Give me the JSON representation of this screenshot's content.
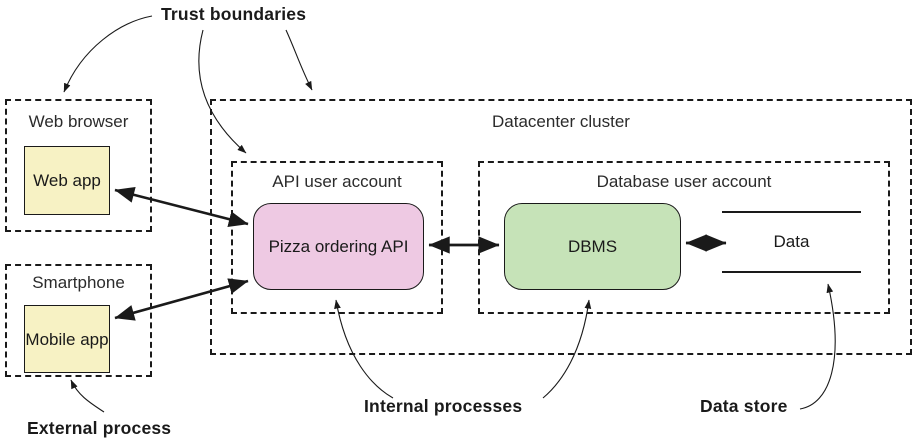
{
  "diagram": {
    "title_callouts": [
      {
        "id": "trust-boundaries",
        "label": "Trust boundaries"
      },
      {
        "id": "external-process",
        "label": "External process"
      },
      {
        "id": "internal-processes",
        "label": "Internal processes"
      },
      {
        "id": "data-store",
        "label": "Data store"
      }
    ],
    "boundaries": [
      {
        "id": "web-browser",
        "label": "Web browser"
      },
      {
        "id": "smartphone",
        "label": "Smartphone"
      },
      {
        "id": "datacenter-cluster",
        "label": "Datacenter cluster"
      },
      {
        "id": "api-user-account",
        "label": "API user account"
      },
      {
        "id": "database-user-account",
        "label": "Database user account"
      }
    ],
    "nodes": [
      {
        "id": "web-app",
        "label": "Web app",
        "kind": "external-process",
        "color": "#f7f2c4"
      },
      {
        "id": "mobile-app",
        "label": "Mobile app",
        "kind": "external-process",
        "color": "#f7f2c4"
      },
      {
        "id": "api",
        "label": "Pizza ordering API",
        "kind": "internal-process",
        "color": "#eec9e3"
      },
      {
        "id": "dbms",
        "label": "DBMS",
        "kind": "internal-process",
        "color": "#c6e3b8"
      },
      {
        "id": "data",
        "label": "Data",
        "kind": "data-store",
        "color": "#ffffff"
      }
    ],
    "flows": [
      {
        "from": "web-app",
        "to": "api",
        "direction": "bidirectional"
      },
      {
        "from": "mobile-app",
        "to": "api",
        "direction": "bidirectional"
      },
      {
        "from": "api",
        "to": "dbms",
        "direction": "bidirectional"
      },
      {
        "from": "dbms",
        "to": "data",
        "direction": "bidirectional"
      }
    ],
    "colors": {
      "stroke": "#1a1a1a",
      "text": "#1a1a1a",
      "boundary_stroke": "#1a1a1a",
      "background": "#ffffff"
    }
  }
}
